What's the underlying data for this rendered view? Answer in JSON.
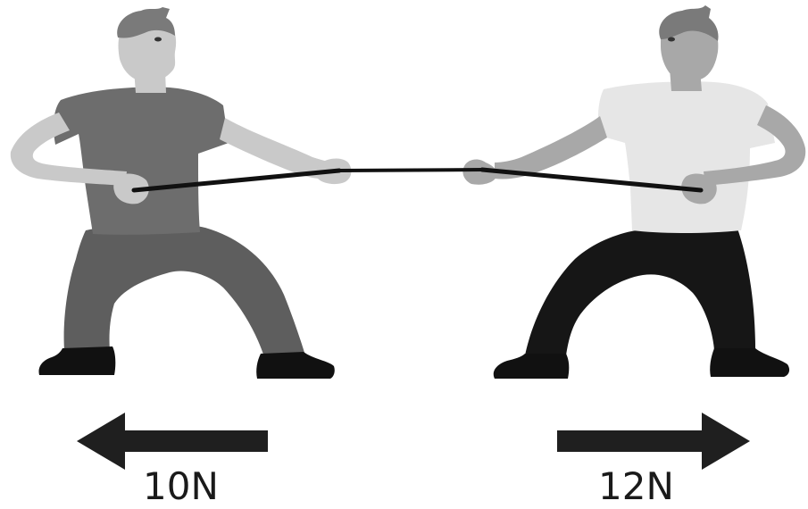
{
  "forces": {
    "left": {
      "label": "10N",
      "magnitude": 10,
      "unit": "N",
      "direction": "left"
    },
    "right": {
      "label": "12N",
      "magnitude": 12,
      "unit": "N",
      "direction": "right"
    }
  },
  "colors": {
    "left_shirt": "#6d6d6d",
    "left_pants": "#5e5e5e",
    "left_skin": "#c9c9c9",
    "right_shirt": "#e6e6e6",
    "right_pants": "#161616",
    "right_skin": "#a8a8a8",
    "hair": "#7a7a7a",
    "rope": "#111111",
    "arrow": "#1f1f1f",
    "shoe": "#111111"
  }
}
